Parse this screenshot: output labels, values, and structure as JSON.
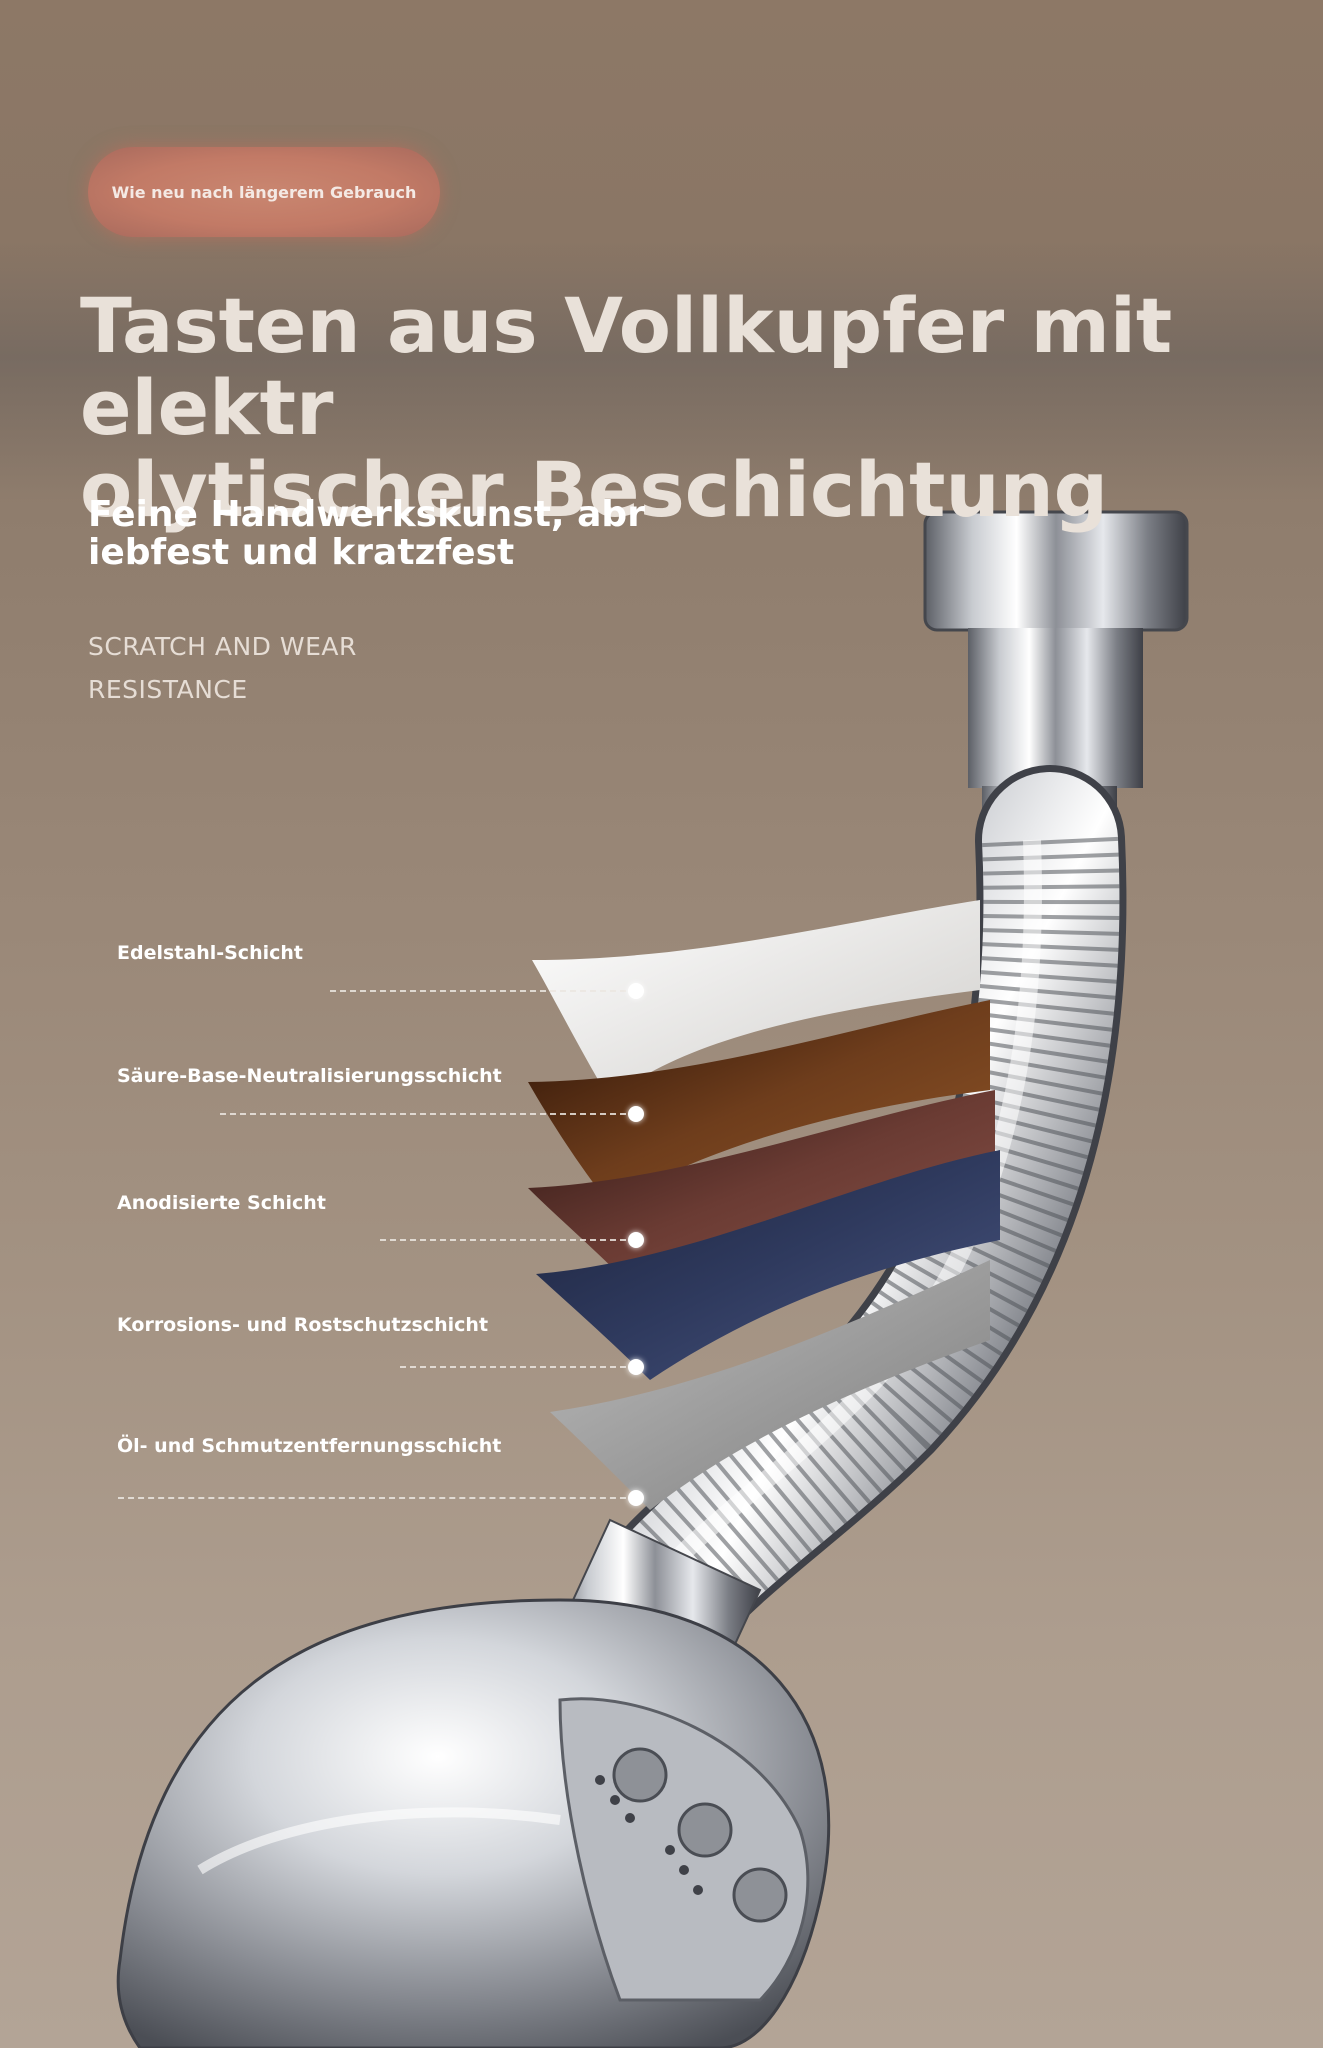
{
  "badge": {
    "label": "Wie neu nach längerem Gebrauch"
  },
  "headline": {
    "line1": "Tasten aus Vollkupfer mit elektr",
    "line2": "olytischer Beschichtung"
  },
  "subheadline": {
    "line1": "Feine Handwerkskunst, abr",
    "line2": "iebfest und kratzfest"
  },
  "tagline": {
    "line1": "SCRATCH AND WEAR",
    "line2": "RESISTANCE"
  },
  "layers": [
    {
      "label": "Edelstahl-Schicht",
      "color": "#e4e2df"
    },
    {
      "label": "Säure-Base-Neutralisierungsschicht",
      "color": "#6e3d1c"
    },
    {
      "label": "Anodisierte Schicht",
      "color": "#6a3b33"
    },
    {
      "label": "Korrosions- und Rostschutzschicht",
      "color": "#2f3a5e"
    },
    {
      "label": "Öl- und Schmutzentfernungsschicht",
      "color": "#8f8f8f"
    }
  ]
}
